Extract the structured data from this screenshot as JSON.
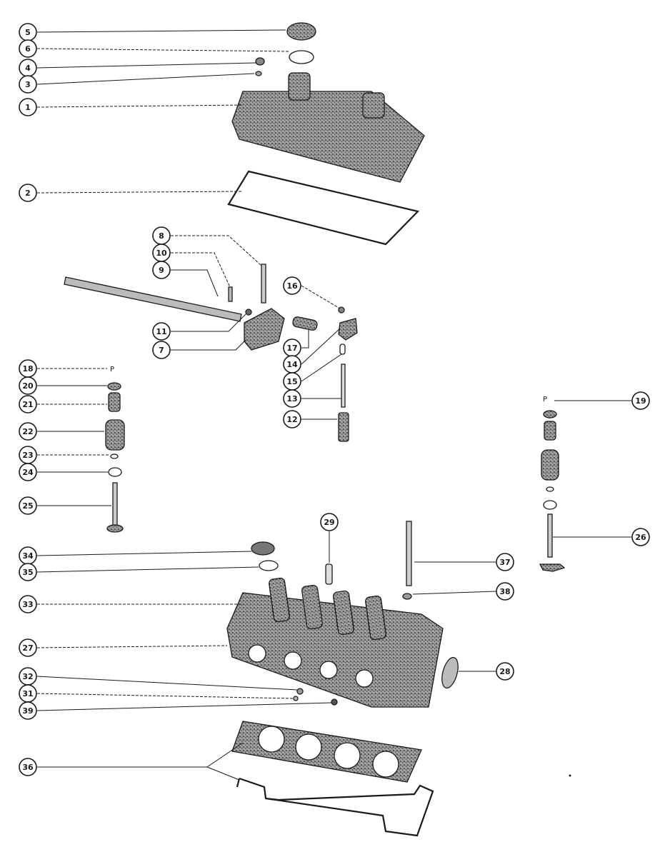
{
  "diagram": {
    "callouts": [
      {
        "id": "callout-5",
        "label": "5"
      },
      {
        "id": "callout-6",
        "label": "6"
      },
      {
        "id": "callout-4",
        "label": "4"
      },
      {
        "id": "callout-3",
        "label": "3"
      },
      {
        "id": "callout-1",
        "label": "1"
      },
      {
        "id": "callout-2",
        "label": "2"
      },
      {
        "id": "callout-8",
        "label": "8"
      },
      {
        "id": "callout-10",
        "label": "10"
      },
      {
        "id": "callout-9",
        "label": "9"
      },
      {
        "id": "callout-16",
        "label": "16"
      },
      {
        "id": "callout-11",
        "label": "11"
      },
      {
        "id": "callout-7",
        "label": "7"
      },
      {
        "id": "callout-17",
        "label": "17"
      },
      {
        "id": "callout-14",
        "label": "14"
      },
      {
        "id": "callout-15",
        "label": "15"
      },
      {
        "id": "callout-13",
        "label": "13"
      },
      {
        "id": "callout-12",
        "label": "12"
      },
      {
        "id": "callout-18",
        "label": "18"
      },
      {
        "id": "callout-20",
        "label": "20"
      },
      {
        "id": "callout-21",
        "label": "21"
      },
      {
        "id": "callout-22",
        "label": "22"
      },
      {
        "id": "callout-23",
        "label": "23"
      },
      {
        "id": "callout-24",
        "label": "24"
      },
      {
        "id": "callout-25",
        "label": "25"
      },
      {
        "id": "callout-19",
        "label": "19"
      },
      {
        "id": "callout-26",
        "label": "26"
      },
      {
        "id": "callout-29",
        "label": "29"
      },
      {
        "id": "callout-34",
        "label": "34"
      },
      {
        "id": "callout-35",
        "label": "35"
      },
      {
        "id": "callout-37",
        "label": "37"
      },
      {
        "id": "callout-38",
        "label": "38"
      },
      {
        "id": "callout-33",
        "label": "33"
      },
      {
        "id": "callout-27",
        "label": "27"
      },
      {
        "id": "callout-28",
        "label": "28"
      },
      {
        "id": "callout-32",
        "label": "32"
      },
      {
        "id": "callout-31",
        "label": "31"
      },
      {
        "id": "callout-39",
        "label": "39"
      },
      {
        "id": "callout-36",
        "label": "36"
      }
    ]
  },
  "colors": {
    "ink": "#1a1a1a",
    "paper": "#ffffff"
  }
}
